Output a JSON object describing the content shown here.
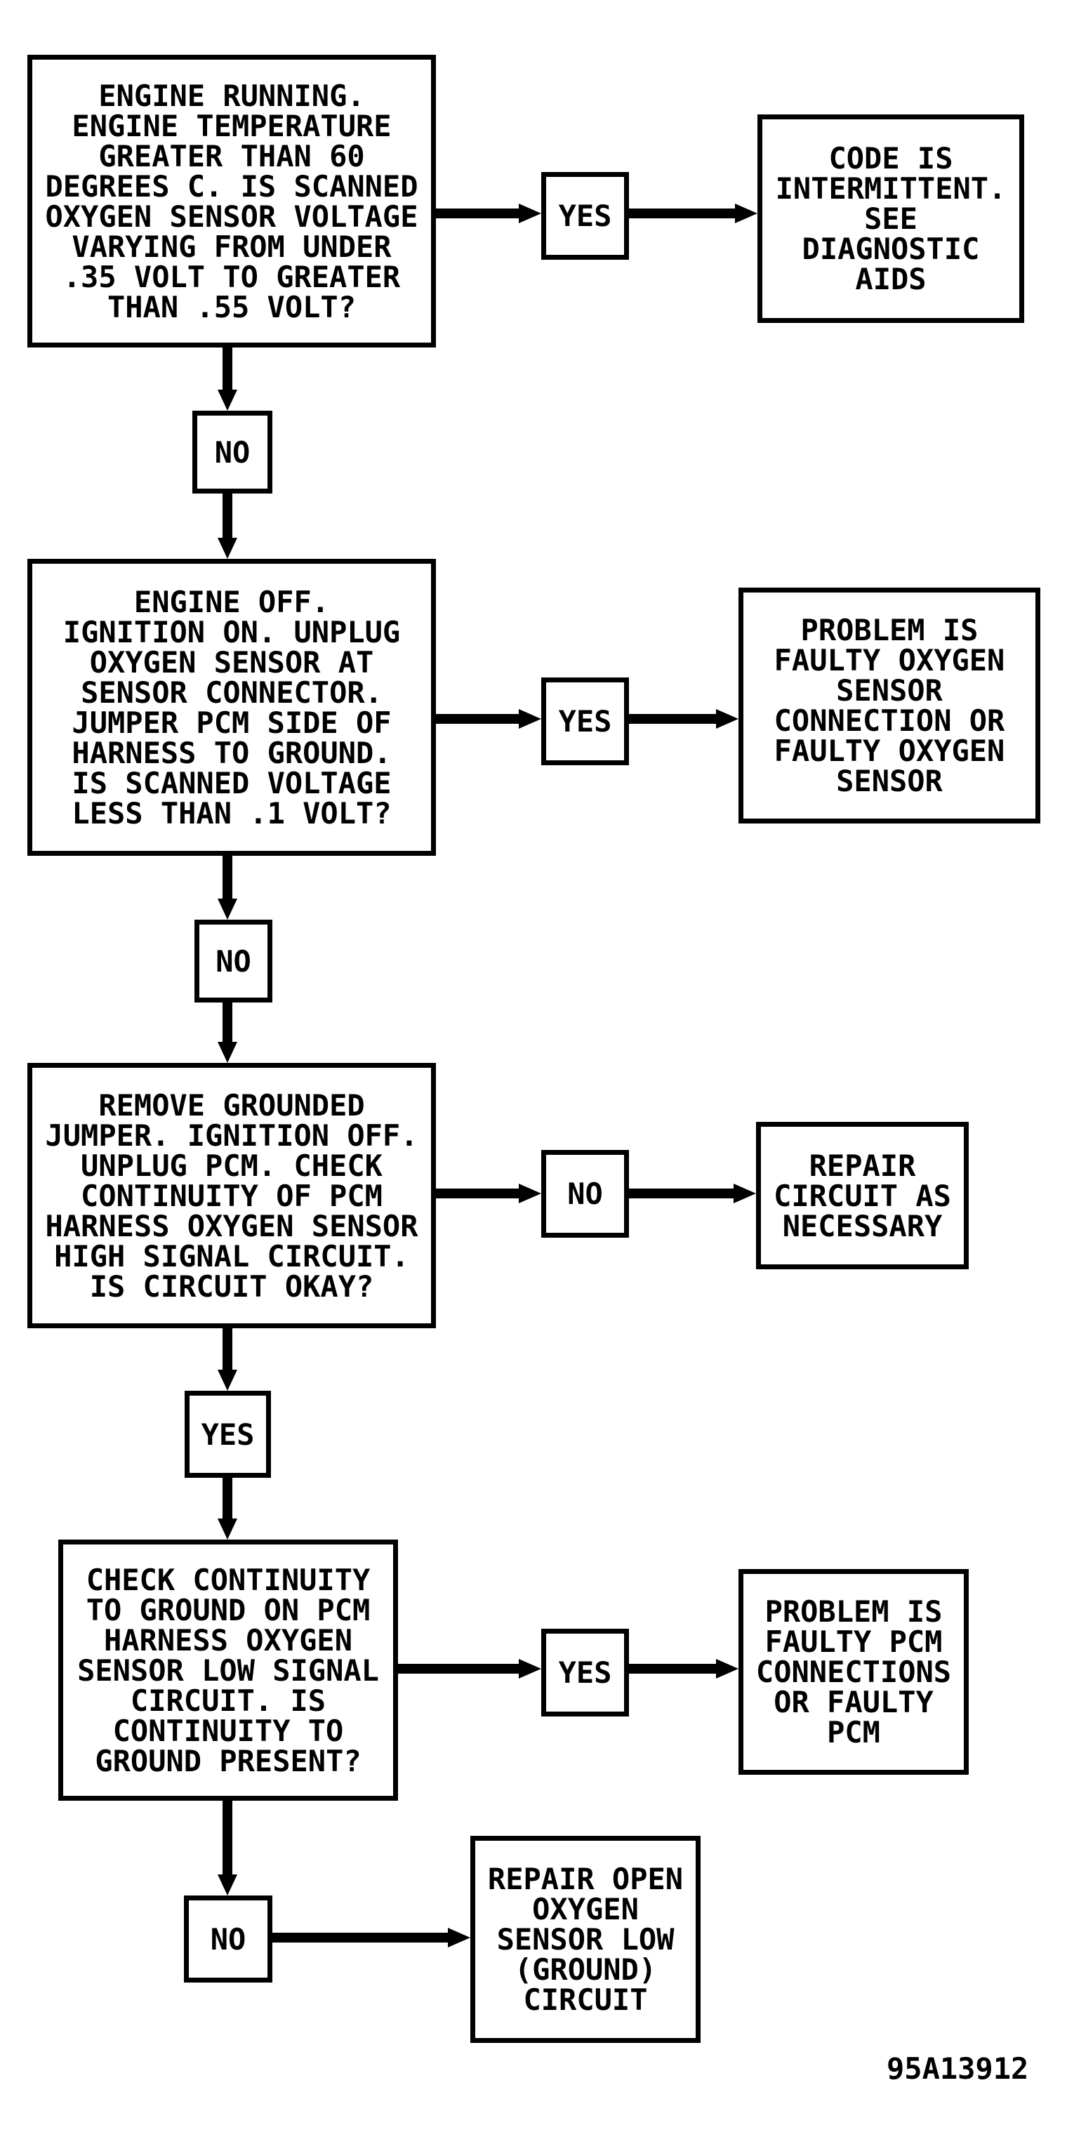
{
  "page": {
    "background": "#ffffff",
    "ink": "#000000",
    "figure_id": "95A13912"
  },
  "flow": {
    "type": "diagnostic-flowchart",
    "steps": [
      {
        "question": "ENGINE RUNNING.\nENGINE TEMPERATURE\nGREATER THAN 60\nDEGREES C. IS SCANNED\nOXYGEN SENSOR VOLTAGE\nVARYING FROM UNDER\n.35 VOLT TO GREATER\nTHAN .55 VOLT?",
        "branch_label": "YES",
        "branch_result": "CODE IS\nINTERMITTENT.\nSEE\nDIAGNOSTIC\nAIDS",
        "continue_label": "NO"
      },
      {
        "question": "ENGINE OFF.\nIGNITION ON. UNPLUG\nOXYGEN SENSOR AT\nSENSOR CONNECTOR.\nJUMPER PCM SIDE OF\nHARNESS TO GROUND.\nIS SCANNED VOLTAGE\nLESS THAN .1 VOLT?",
        "branch_label": "YES",
        "branch_result": "PROBLEM IS\nFAULTY OXYGEN\nSENSOR\nCONNECTION OR\nFAULTY OXYGEN\nSENSOR",
        "continue_label": "NO"
      },
      {
        "question": "REMOVE GROUNDED\nJUMPER. IGNITION OFF.\nUNPLUG PCM. CHECK\nCONTINUITY OF PCM\nHARNESS OXYGEN SENSOR\nHIGH SIGNAL CIRCUIT.\nIS CIRCUIT OKAY?",
        "branch_label": "NO",
        "branch_result": "REPAIR\nCIRCUIT AS\nNECESSARY",
        "continue_label": "YES"
      },
      {
        "question": "CHECK CONTINUITY\nTO GROUND ON PCM\nHARNESS OXYGEN\nSENSOR LOW SIGNAL\nCIRCUIT. IS\nCONTINUITY TO\nGROUND PRESENT?",
        "branch_label": "YES",
        "branch_result": "PROBLEM IS\nFAULTY PCM\nCONNECTIONS\nOR FAULTY\nPCM",
        "continue_label": "NO",
        "continue_result": "REPAIR OPEN\nOXYGEN\nSENSOR LOW\n(GROUND)\nCIRCUIT"
      }
    ]
  }
}
